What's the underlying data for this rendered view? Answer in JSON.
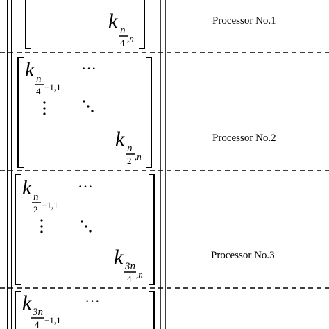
{
  "processors": [
    {
      "label": "Processor  No.1"
    },
    {
      "label": "Processor  No.2"
    },
    {
      "label": "Processor  No.3"
    }
  ],
  "blocks": [
    {
      "end_entry": {
        "base": "k",
        "frac_num": "n",
        "frac_den": "4",
        "tail": ",n"
      }
    },
    {
      "start_entry": {
        "base": "k",
        "frac_num": "n",
        "frac_den": "4",
        "tail": "+1,1"
      },
      "end_entry": {
        "base": "k",
        "frac_num": "n",
        "frac_den": "2",
        "tail": ",n"
      }
    },
    {
      "start_entry": {
        "base": "k",
        "frac_num": "n",
        "frac_den": "2",
        "tail": "+1,1"
      },
      "end_entry": {
        "base": "k",
        "frac_num": "3n",
        "frac_den": "4",
        "tail": ",n"
      }
    },
    {
      "start_entry": {
        "base": "k",
        "frac_num": "3n",
        "frac_den": "4",
        "tail": "+1,1"
      }
    }
  ],
  "glyphs": {
    "hdots": "···"
  }
}
